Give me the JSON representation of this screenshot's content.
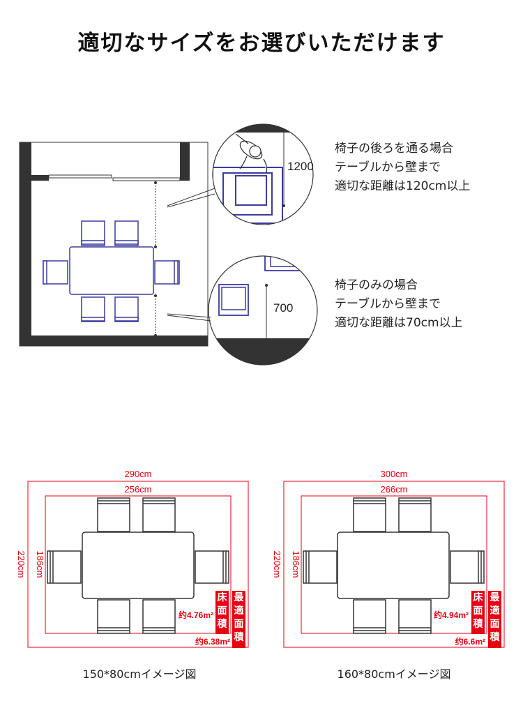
{
  "title": "適切なサイズをお選びいただけます",
  "top_section": {
    "zoom1": {
      "dimension": "1200",
      "lines": [
        "椅子の後ろを通る場合",
        "テーブルから壁まで",
        "適切な距離は120cm以上"
      ]
    },
    "zoom2": {
      "dimension": "700",
      "lines": [
        "椅子のみの場合",
        "テーブルから壁まで",
        "適切な距離は70cm以上"
      ]
    }
  },
  "layouts": [
    {
      "outer_width": "290cm",
      "inner_width": "256cm",
      "outer_height": "220cm",
      "inner_height": "186cm",
      "inner_area": "约4.76m²",
      "outer_area": "约6.38m²",
      "label_floor": "床面積",
      "label_best": "最適面積",
      "caption": "150*80cmイメージ図"
    },
    {
      "outer_width": "300cm",
      "inner_width": "266cm",
      "outer_height": "220cm",
      "inner_height": "186cm",
      "inner_area": "约4.94m²",
      "outer_area": "约6.6m²",
      "label_floor": "床面積",
      "label_best": "最適面積",
      "caption": "160*80cmイメージ図"
    }
  ],
  "colors": {
    "chair": "#3b3b9e",
    "wall": "#333333",
    "dimension_red": "#e60012"
  }
}
